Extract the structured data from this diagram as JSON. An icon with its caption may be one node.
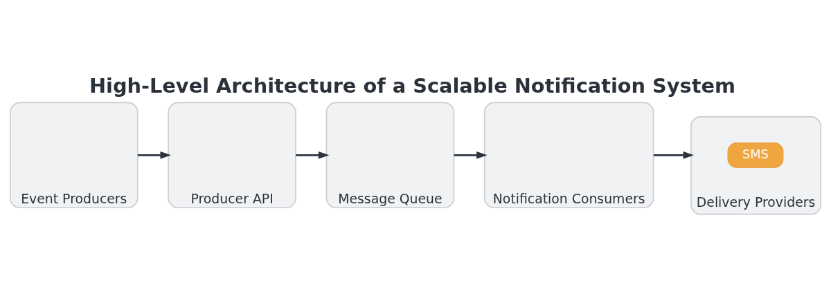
{
  "diagram": {
    "title": "High-Level Architecture of a Scalable Notification System",
    "nodes": [
      {
        "text": [
          "Event Producers"
        ]
      },
      {
        "text": [
          "Producer API"
        ]
      },
      {
        "text": [
          "Message Queue"
        ]
      },
      {
        "text": [
          "Notification Consumers"
        ]
      },
      {
        "text": [
          "Delivery Providers"
        ]
      },
      {
        "text": [
          "SMS"
        ],
        "in": 4
      }
    ],
    "edges": [
      {
        "from": 0,
        "to": 1,
        "arrow": "to"
      },
      {
        "from": 1,
        "to": 2,
        "arrow": "to"
      },
      {
        "from": 2,
        "to": 3,
        "arrow": "to"
      },
      {
        "from": 3,
        "to": 4,
        "arrow": "to"
      }
    ]
  }
}
